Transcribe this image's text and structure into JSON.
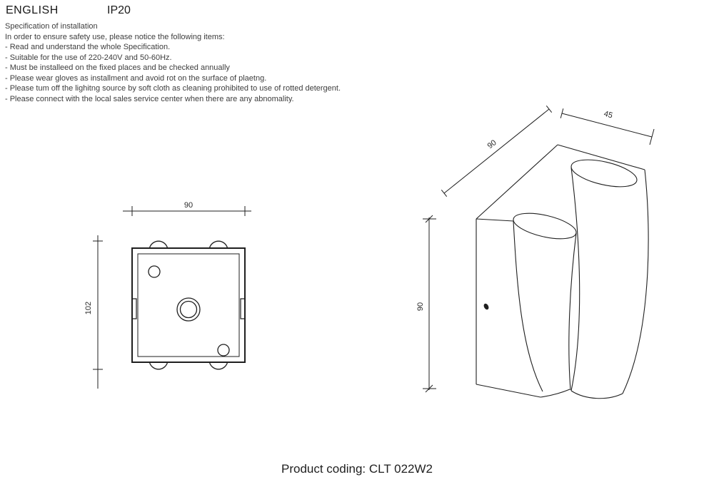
{
  "header": {
    "language": "ENGLISH",
    "ip_rating": "IP20"
  },
  "spec": {
    "title": "Specification of installation",
    "intro": "In order to ensure safety use, please notice the following items:",
    "items": [
      "- Read and understand the whole Specification.",
      "- Suitable for the use of 220-240V and 50-60Hz.",
      "- Must be installeed on the fixed places and be checked annually",
      "- Please wear gloves as installment and avoid rot on the surface of plaetng.",
      "- Please tum off the lighitng source by soft cloth as cleaning prohibited to use of rotted detergent.",
      "- Please connect with the local sales service center when there are any abnomality."
    ]
  },
  "front_view": {
    "width_dim": "90",
    "height_dim": "102"
  },
  "perspective_view": {
    "depth_dim": "45",
    "width_dim": "90",
    "height_dim": "90"
  },
  "footer": {
    "product_coding": "Product coding: CLT 022W2"
  },
  "colors": {
    "line": "#1f1f1f",
    "text": "#3d3d3d"
  }
}
